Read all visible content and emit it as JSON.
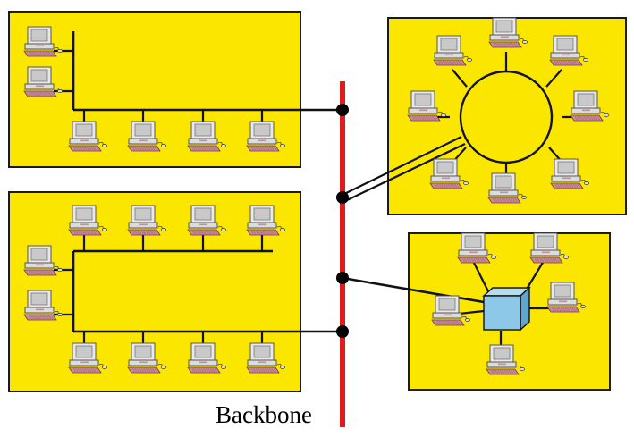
{
  "diagram": {
    "backbone_label": "Backbone",
    "colors": {
      "panel_fill": "#fbe600",
      "backbone": "#e21b1b",
      "hub": "#8ec8e8",
      "cable": "#111111",
      "computer_case": "#e6e6e6",
      "keyboard": "#c98a9a"
    },
    "networks": [
      {
        "id": "bus-top-left",
        "topology": "bus",
        "computers": 6
      },
      {
        "id": "ring-top-right",
        "topology": "ring",
        "computers": 8
      },
      {
        "id": "bus-bottom-left",
        "topology": "bus",
        "computers": 10
      },
      {
        "id": "star-bottom-right",
        "topology": "star",
        "computers": 5
      }
    ],
    "icon": "desktop-computer-icon"
  }
}
